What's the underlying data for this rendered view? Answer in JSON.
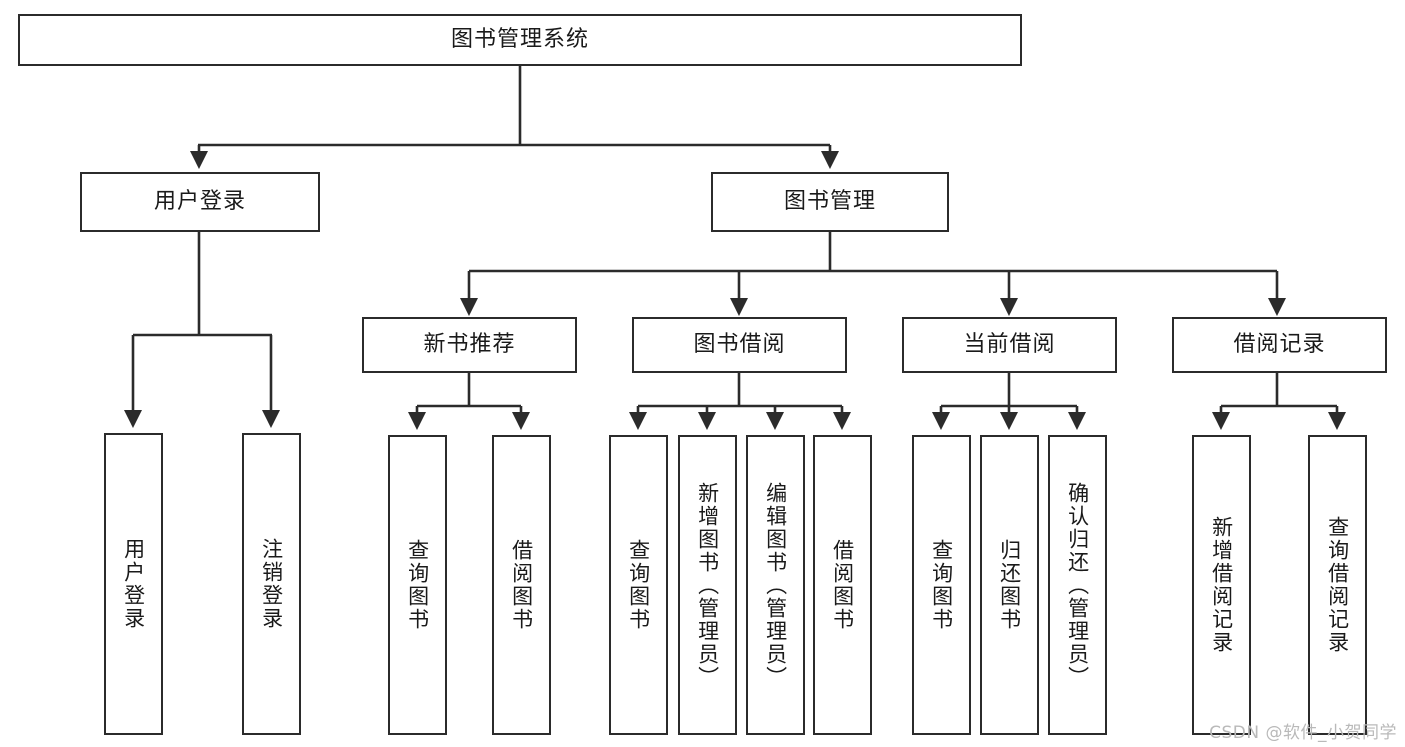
{
  "diagram": {
    "type": "tree-hierarchy",
    "title": "图书管理系统",
    "watermark": "CSDN @软件_小贺同学",
    "colors": {
      "stroke": "#2b2b2b",
      "fill": "#ffffff",
      "background": "#ffffff",
      "watermark": "#b9b9b9"
    },
    "levels": [
      {
        "level": 1,
        "nodes": [
          {
            "id": "root",
            "label": "图书管理系统",
            "orientation": "horizontal"
          }
        ]
      },
      {
        "level": 2,
        "nodes": [
          {
            "id": "user-login",
            "label": "用户登录",
            "orientation": "horizontal",
            "parent": "root"
          },
          {
            "id": "book-manage",
            "label": "图书管理",
            "orientation": "horizontal",
            "parent": "root"
          }
        ]
      },
      {
        "level": 3,
        "nodes": [
          {
            "id": "new-book-rec",
            "label": "新书推荐",
            "orientation": "horizontal",
            "parent": "book-manage"
          },
          {
            "id": "book-borrow",
            "label": "图书借阅",
            "orientation": "horizontal",
            "parent": "book-manage"
          },
          {
            "id": "current-borrow",
            "label": "当前借阅",
            "orientation": "horizontal",
            "parent": "book-manage"
          },
          {
            "id": "borrow-record",
            "label": "借阅记录",
            "orientation": "horizontal",
            "parent": "book-manage"
          }
        ]
      },
      {
        "level": 4,
        "nodes": [
          {
            "id": "leaf-1",
            "label": "用户登录",
            "orientation": "vertical",
            "parent": "user-login"
          },
          {
            "id": "leaf-2",
            "label": "注销登录",
            "orientation": "vertical",
            "parent": "user-login"
          },
          {
            "id": "leaf-3",
            "label": "查询图书",
            "orientation": "vertical",
            "parent": "new-book-rec"
          },
          {
            "id": "leaf-4",
            "label": "借阅图书",
            "orientation": "vertical",
            "parent": "new-book-rec"
          },
          {
            "id": "leaf-5",
            "label": "查询图书",
            "orientation": "vertical",
            "parent": "book-borrow"
          },
          {
            "id": "leaf-6",
            "label": "新增图书（管理员）",
            "orientation": "vertical",
            "parent": "book-borrow"
          },
          {
            "id": "leaf-7",
            "label": "编辑图书（管理员）",
            "orientation": "vertical",
            "parent": "book-borrow"
          },
          {
            "id": "leaf-8",
            "label": "借阅图书",
            "orientation": "vertical",
            "parent": "book-borrow"
          },
          {
            "id": "leaf-9",
            "label": "查询图书",
            "orientation": "vertical",
            "parent": "current-borrow"
          },
          {
            "id": "leaf-10",
            "label": "归还图书",
            "orientation": "vertical",
            "parent": "current-borrow"
          },
          {
            "id": "leaf-11",
            "label": "确认归还（管理员）",
            "orientation": "vertical",
            "parent": "current-borrow"
          },
          {
            "id": "leaf-12",
            "label": "新增借阅记录",
            "orientation": "vertical",
            "parent": "borrow-record"
          },
          {
            "id": "leaf-13",
            "label": "查询借阅记录",
            "orientation": "vertical",
            "parent": "borrow-record"
          }
        ]
      }
    ]
  }
}
